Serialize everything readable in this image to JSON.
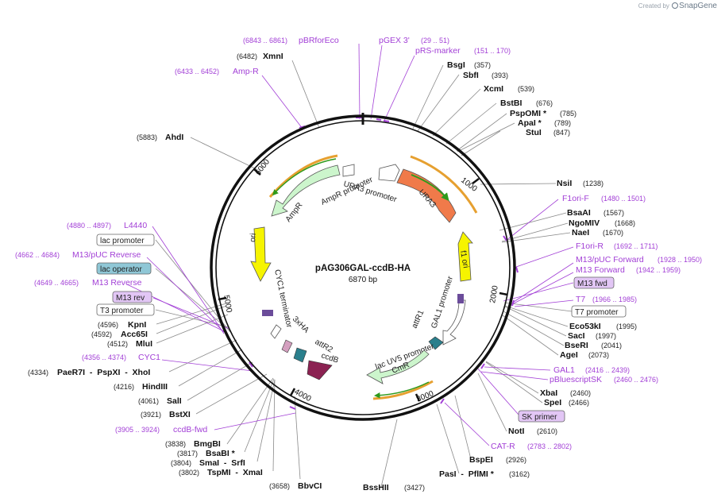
{
  "app": {
    "created_by": "Created by",
    "brand": "SnapGene"
  },
  "plasmid": {
    "name": "pAG306GAL-ccdB-HA",
    "size": "6870 bp"
  },
  "colors": {
    "primer": "#a23fd6",
    "enzyme": "#111111",
    "backbone": "#111111",
    "ura3": "#f07a4a",
    "f1ori": "#f6f400",
    "ori": "#f6f400",
    "cmr": "#ccf5cc",
    "ampr": "#ccf5cc",
    "ccdb": "#8b2252",
    "attr": "#2a7f8c",
    "ha": "#d49fbf",
    "orf_arrow": "#2e9a1c",
    "orf_outline": "#e6a030"
  },
  "enzymes_right": [
    {
      "name": "BsgI",
      "pos": "(357)"
    },
    {
      "name": "SbfI",
      "pos": "(393)"
    },
    {
      "name": "XcmI",
      "pos": "(539)"
    },
    {
      "name": "BstBI",
      "pos": "(676)"
    },
    {
      "name": "PspOMI *",
      "pos": "(785)"
    },
    {
      "name": "ApaI *",
      "pos": "(789)"
    },
    {
      "name": "StuI",
      "pos": "(847)"
    },
    {
      "name": "NsiI",
      "pos": "(1238)"
    },
    {
      "name": "BsaAI",
      "pos": "(1567)"
    },
    {
      "name": "NgoMIV",
      "pos": "(1668)"
    },
    {
      "name": "NaeI",
      "pos": "(1670)"
    },
    {
      "name": "Eco53kI",
      "pos": "(1995)"
    },
    {
      "name": "SacI",
      "pos": "(1997)"
    },
    {
      "name": "BseRI",
      "pos": "(2041)"
    },
    {
      "name": "AgeI",
      "pos": "(2073)"
    },
    {
      "name": "XbaI",
      "pos": "(2460)"
    },
    {
      "name": "SpeI",
      "pos": "(2466)"
    },
    {
      "name": "NotI",
      "pos": "(2610)"
    },
    {
      "name": "BspEI",
      "pos": "(2926)"
    },
    {
      "name": "PasI  -  PflMI *",
      "pos": "(3162)"
    },
    {
      "name": "BssHII",
      "pos": "(3427)"
    }
  ],
  "enzymes_left": [
    {
      "name": "XmnI",
      "pos": "(6482)"
    },
    {
      "name": "AhdI",
      "pos": "(5883)"
    },
    {
      "name": "KpnI",
      "pos": "(4596)"
    },
    {
      "name": "Acc65I",
      "pos": "(4592)"
    },
    {
      "name": "MluI",
      "pos": "(4512)"
    },
    {
      "name": "PaeR7I  -  PspXI  -  XhoI",
      "pos": "(4334)"
    },
    {
      "name": "HindIII",
      "pos": "(4216)"
    },
    {
      "name": "SalI",
      "pos": "(4061)"
    },
    {
      "name": "BstXI",
      "pos": "(3921)"
    },
    {
      "name": "BmgBI",
      "pos": "(3838)"
    },
    {
      "name": "BsaBI *",
      "pos": "(3817)"
    },
    {
      "name": "SmaI  -  SrfI",
      "pos": "(3804)"
    },
    {
      "name": "TspMI  -  XmaI",
      "pos": "(3802)"
    },
    {
      "name": "BbvCI",
      "pos": "(3658)"
    }
  ],
  "primers": [
    {
      "name": "pBRforEco",
      "pos": "(6843 .. 6861)"
    },
    {
      "name": "pGEX 3'",
      "pos": "(29 .. 51)"
    },
    {
      "name": "pRS-marker",
      "pos": "(151 .. 170)"
    },
    {
      "name": "Amp-R",
      "pos": "(6433 .. 6452)"
    },
    {
      "name": "F1ori-F",
      "pos": "(1480 .. 1501)"
    },
    {
      "name": "F1ori-R",
      "pos": "(1692 .. 1711)"
    },
    {
      "name": "M13/pUC Forward",
      "pos": "(1928 .. 1950)"
    },
    {
      "name": "M13 Forward",
      "pos": "(1942 .. 1959)"
    },
    {
      "name": "T7",
      "pos": "(1966 .. 1985)"
    },
    {
      "name": "GAL1",
      "pos": "(2416 .. 2439)"
    },
    {
      "name": "pBluescriptSK",
      "pos": "(2460 .. 2476)"
    },
    {
      "name": "CAT-R",
      "pos": "(2783 .. 2802)"
    },
    {
      "name": "L4440",
      "pos": "(4880 .. 4897)"
    },
    {
      "name": "M13/pUC Reverse",
      "pos": "(4662 .. 4684)"
    },
    {
      "name": "M13 Reverse",
      "pos": "(4649 .. 4665)"
    },
    {
      "name": "CYC1",
      "pos": "(4356 .. 4374)"
    },
    {
      "name": "ccdB-fwd",
      "pos": "(3905 .. 3924)"
    }
  ],
  "boxed_labels": [
    {
      "name": "M13 fwd",
      "style": "purple"
    },
    {
      "name": "T7 promoter",
      "style": "white"
    },
    {
      "name": "SK primer",
      "style": "purple"
    },
    {
      "name": "lac promoter",
      "style": "white"
    },
    {
      "name": "lac operator",
      "style": "teal"
    },
    {
      "name": "M13 rev",
      "style": "purple"
    },
    {
      "name": "T3 promoter",
      "style": "white"
    }
  ],
  "features": [
    {
      "name": "URA3 promoter"
    },
    {
      "name": "URA3"
    },
    {
      "name": "f1 ori"
    },
    {
      "name": "GAL1 promoter"
    },
    {
      "name": "attR1"
    },
    {
      "name": "lac UV5 promoter"
    },
    {
      "name": "CmR"
    },
    {
      "name": "ccdB"
    },
    {
      "name": "attR2"
    },
    {
      "name": "3xHA"
    },
    {
      "name": "CYC1 terminator"
    },
    {
      "name": "ori"
    },
    {
      "name": "AmpR"
    },
    {
      "name": "AmpR promoter"
    }
  ],
  "ticks": [
    "1000",
    "2000",
    "3000",
    "4000",
    "5000",
    "6000"
  ]
}
